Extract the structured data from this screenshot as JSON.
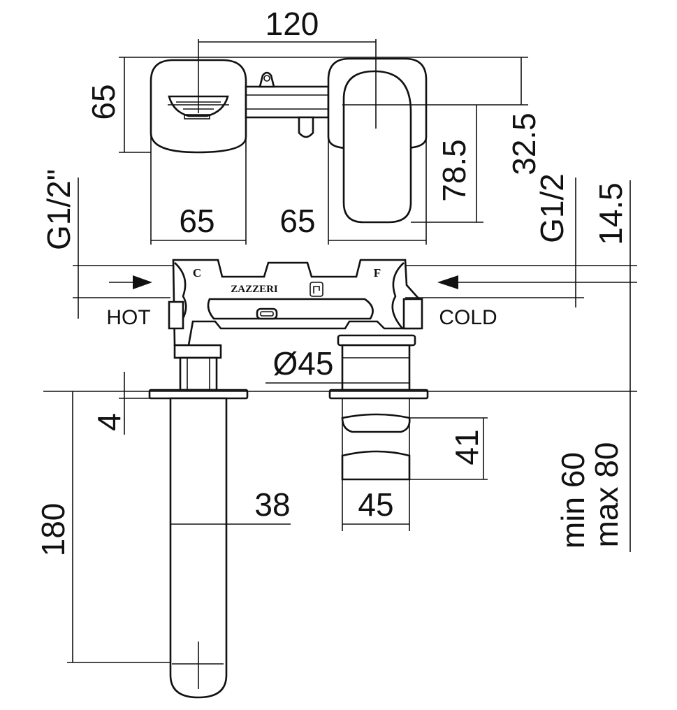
{
  "dimensions": {
    "top_spacing": "120",
    "top_height": "65",
    "handle_offset": "32.5",
    "handle_length": "78.5",
    "left_body_width": "65",
    "right_body_width": "65",
    "thread_left": "G1/2\"",
    "thread_right": "G1/2",
    "thread_offset": "14.5",
    "cartridge_diameter": "Ø45",
    "plate_thickness": "4",
    "spout_length": "180",
    "spout_diameter": "38",
    "handle_height": "41",
    "handle_width": "45",
    "depth_min": "min 60",
    "depth_max": "max 80"
  },
  "labels": {
    "hot": "HOT",
    "cold": "COLD",
    "hot_mark": "C",
    "cold_mark": "F",
    "brand": "ZAZZERI"
  }
}
